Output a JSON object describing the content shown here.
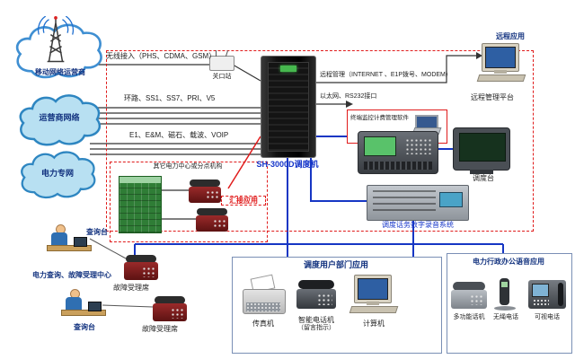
{
  "colors": {
    "line_blue": "#1636c4",
    "line_red": "#e01b1b",
    "title_navy": "#12327f",
    "center_label_blue": "#1535c9",
    "pbx_green": "#2f7d36",
    "rack_black": "#101010"
  },
  "clouds": {
    "mobile": "移动网络运营商",
    "carrier": "运营商网络",
    "power": "电力专网"
  },
  "links": {
    "wireless": "无线接入（PHS、CDMA、GSM）",
    "gateway": "关口站",
    "trunk": "环路、SS1、SS7、PRI、V5",
    "e1": "E1、E&M、磁石、载波、VOIP",
    "remote_mgmt": "远程管理（INTERNET 、E1P拨号、MODEM）",
    "ethernet": "以太网、RS232接口",
    "tandem": "汇接应用"
  },
  "center": {
    "label": "SH-3000D调度机"
  },
  "right": {
    "remote_app": "远程应用",
    "remote_platform": "远程管理平台",
    "billing": "终端监控计费管理软件",
    "console": "调度台",
    "recorder": "调度话务数字录音系统"
  },
  "pbx": {
    "title": "其它电力中心或分点机构"
  },
  "dept": {
    "title": "调度用户部门应用",
    "fax": "传真机",
    "smart_phone": "智能电话机",
    "smart_phone_note": "（留言指示）",
    "computer": "计算机"
  },
  "office": {
    "title": "电力行政办公语音应用",
    "multi_phone": "多功能话机",
    "cordless": "无绳电话",
    "video_phone": "可视电话"
  },
  "left_group": {
    "title": "电力查询、故障受理中心",
    "inquiry": "查询台",
    "fault": "故障受理席"
  }
}
